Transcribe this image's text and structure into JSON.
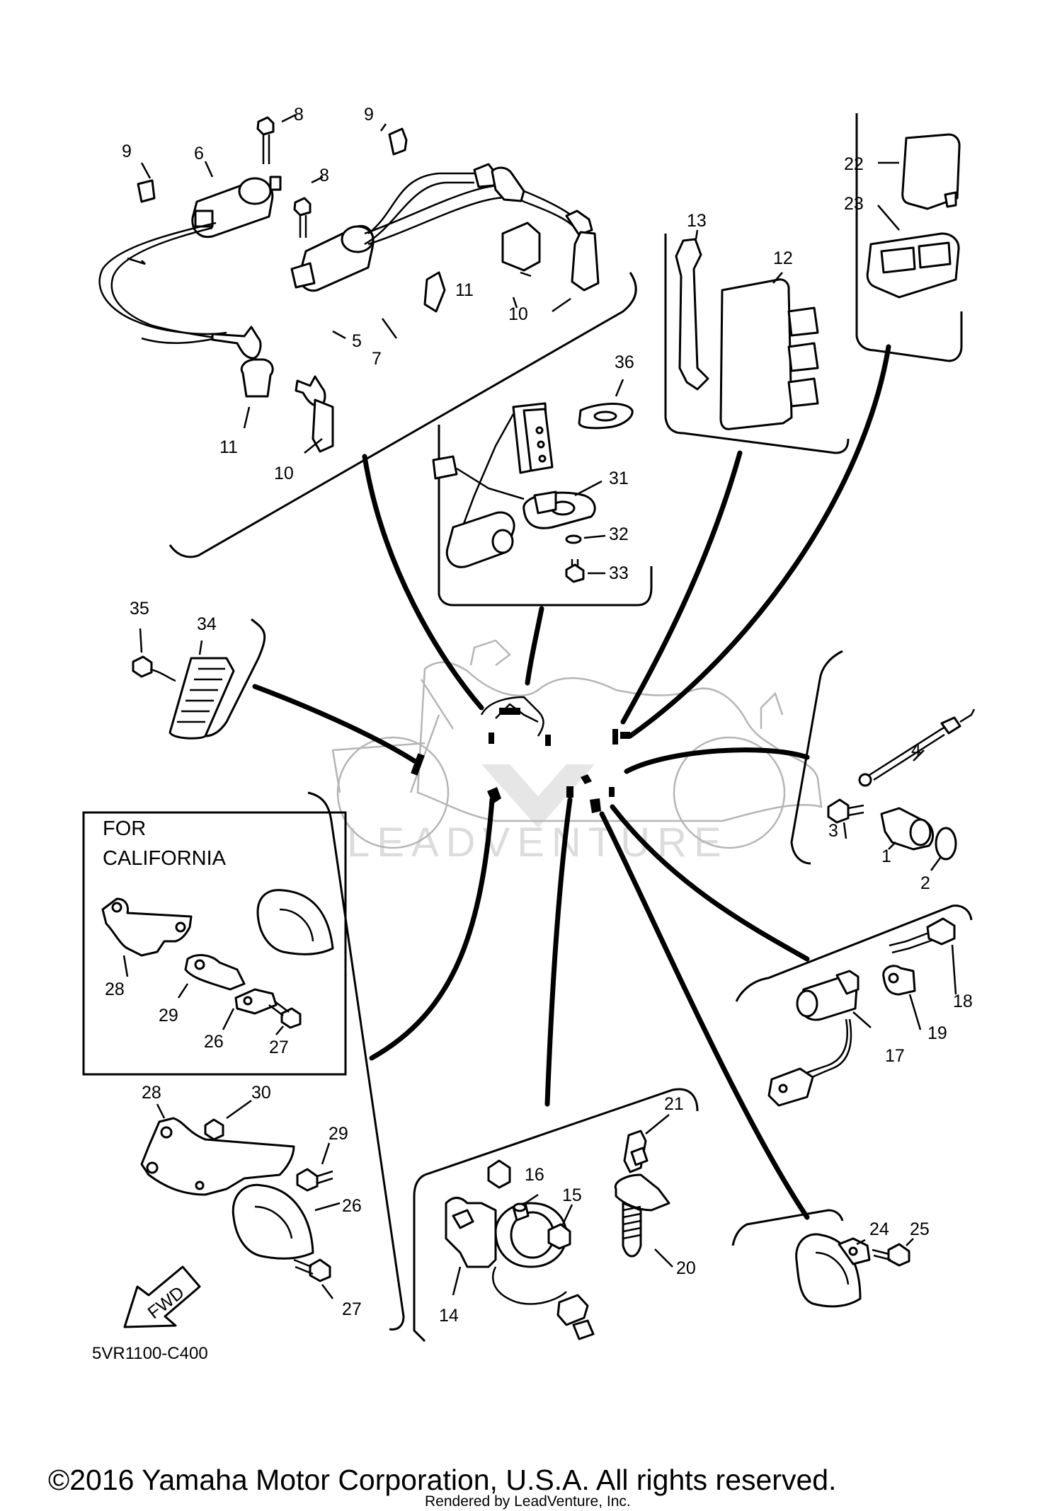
{
  "diagram": {
    "callouts": [
      {
        "id": "c1",
        "text": "1"
      },
      {
        "id": "c2",
        "text": "2"
      },
      {
        "id": "c3",
        "text": "3"
      },
      {
        "id": "c4",
        "text": "4"
      },
      {
        "id": "c5",
        "text": "5"
      },
      {
        "id": "c6",
        "text": "6"
      },
      {
        "id": "c7",
        "text": "7"
      },
      {
        "id": "c8a",
        "text": "8"
      },
      {
        "id": "c8b",
        "text": "8"
      },
      {
        "id": "c9a",
        "text": "9"
      },
      {
        "id": "c9b",
        "text": "9"
      },
      {
        "id": "c10a",
        "text": "10"
      },
      {
        "id": "c10b",
        "text": "10"
      },
      {
        "id": "c11a",
        "text": "11"
      },
      {
        "id": "c11b",
        "text": "11"
      },
      {
        "id": "c12",
        "text": "12"
      },
      {
        "id": "c13",
        "text": "13"
      },
      {
        "id": "c14",
        "text": "14"
      },
      {
        "id": "c15",
        "text": "15"
      },
      {
        "id": "c16",
        "text": "16"
      },
      {
        "id": "c17",
        "text": "17"
      },
      {
        "id": "c18",
        "text": "18"
      },
      {
        "id": "c19",
        "text": "19"
      },
      {
        "id": "c20",
        "text": "20"
      },
      {
        "id": "c21",
        "text": "21"
      },
      {
        "id": "c22",
        "text": "22"
      },
      {
        "id": "c23",
        "text": "23"
      },
      {
        "id": "c24",
        "text": "24"
      },
      {
        "id": "c25",
        "text": "25"
      },
      {
        "id": "c26a",
        "text": "26"
      },
      {
        "id": "c26b",
        "text": "26"
      },
      {
        "id": "c27a",
        "text": "27"
      },
      {
        "id": "c27b",
        "text": "27"
      },
      {
        "id": "c28a",
        "text": "28"
      },
      {
        "id": "c28b",
        "text": "28"
      },
      {
        "id": "c29a",
        "text": "29"
      },
      {
        "id": "c29b",
        "text": "29"
      },
      {
        "id": "c30",
        "text": "30"
      },
      {
        "id": "c31",
        "text": "31"
      },
      {
        "id": "c32",
        "text": "32"
      },
      {
        "id": "c33",
        "text": "33"
      },
      {
        "id": "c34",
        "text": "34"
      },
      {
        "id": "c35",
        "text": "35"
      },
      {
        "id": "c36",
        "text": "36"
      }
    ],
    "california_note": {
      "line1": "FOR",
      "line2": "CALIFORNIA"
    },
    "fwd_label": "FWD",
    "diagram_code": "5VR1100-C400",
    "watermark": "LEADVENTURE",
    "copyright": "©2016 Yamaha Motor Corporation, U.S.A. All rights reserved.",
    "rendered_by": "Rendered by LeadVenture, Inc."
  }
}
